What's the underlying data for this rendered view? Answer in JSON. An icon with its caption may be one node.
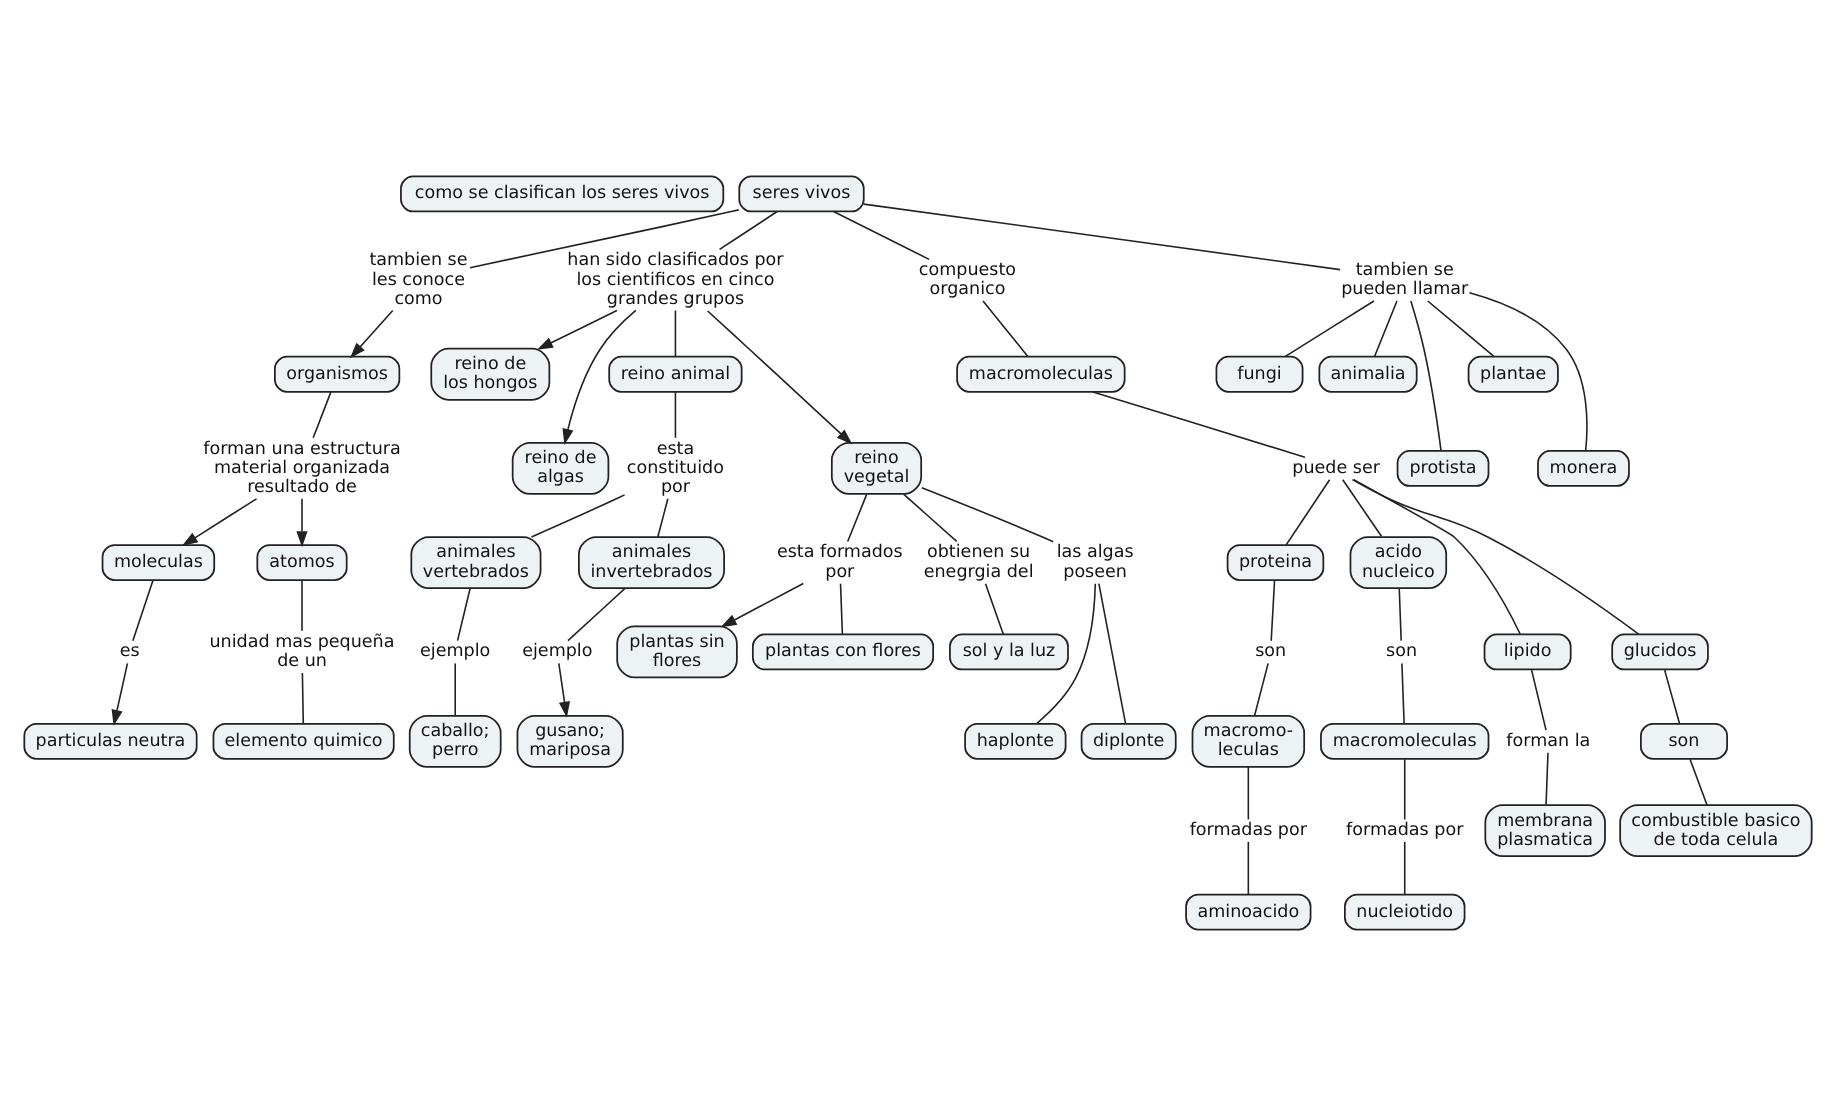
{
  "diagram": {
    "nodes": [
      {
        "text": [
          "como se clasifican los seres vivos"
        ]
      },
      {
        "text": [
          "tambien se les conoce como"
        ]
      },
      {
        "text": [
          "organismos"
        ]
      },
      {
        "text": [
          "forman una estructura material organizada resultado de"
        ]
      },
      {
        "text": [
          "moleculas"
        ]
      },
      {
        "text": [
          "es"
        ]
      },
      {
        "text": [
          "particulas neutra"
        ]
      },
      {
        "text": [
          "atomos"
        ]
      },
      {
        "text": [
          "unidad mas pequeña de un"
        ]
      },
      {
        "text": [
          "esta formados por"
        ]
      },
      {
        "text": [
          "han sido clasificados por los cientificos en cinco grandes grupos"
        ]
      },
      {
        "text": [
          "reino de los hongos"
        ]
      },
      {
        "text": [
          "elemento quimico"
        ]
      },
      {
        "text": [
          "seres vivos"
        ]
      },
      {
        "text": [
          "plantas sin flores"
        ]
      },
      {
        "text": [
          "reino de algas"
        ]
      },
      {
        "text": [
          "esta constituido por"
        ]
      },
      {
        "text": [
          "compuesto organico"
        ]
      },
      {
        "text": [
          "tambien se pueden llamar"
        ]
      },
      {
        "text": [
          "reino animal"
        ]
      },
      {
        "text": [
          "reino vegetal"
        ]
      },
      {
        "text": [
          "plantas con flores"
        ]
      },
      {
        "text": [
          "animales vertebrados"
        ]
      },
      {
        "text": [
          "macromoleculas"
        ]
      },
      {
        "text": [
          "fungi"
        ]
      },
      {
        "text": [
          "obtienen su enegrgia del"
        ]
      },
      {
        "text": [
          "animalia"
        ]
      },
      {
        "text": [
          "ejemplo"
        ]
      },
      {
        "text": [
          "puede ser"
        ]
      },
      {
        "text": [
          "protista"
        ]
      },
      {
        "text": [
          "animales invertebrados"
        ]
      },
      {
        "text": [
          "caballo; perro"
        ]
      },
      {
        "text": [
          "sol y la luz"
        ]
      },
      {
        "text": [
          "las algas poseen"
        ]
      },
      {
        "text": [
          "plantae"
        ]
      },
      {
        "text": [
          "proteina"
        ]
      },
      {
        "text": [
          "acido nucleico"
        ]
      },
      {
        "text": [
          "monera"
        ]
      },
      {
        "text": [
          "haplonte"
        ]
      },
      {
        "text": [
          "diplonte"
        ]
      },
      {
        "text": [
          "ejemplo"
        ]
      },
      {
        "text": [
          "gusano; mariposa"
        ]
      },
      {
        "text": [
          "son"
        ]
      },
      {
        "text": [
          "lipido"
        ]
      },
      {
        "text": [
          "glucidos"
        ]
      },
      {
        "text": [
          "macromoleculas"
        ]
      },
      {
        "text": [
          "son"
        ]
      },
      {
        "text": [
          "forman la"
        ]
      },
      {
        "text": [
          "son"
        ]
      },
      {
        "text": [
          "formadas por"
        ]
      },
      {
        "text": [
          "macromo- leculas"
        ]
      },
      {
        "text": [
          "membrana plasmatica"
        ]
      },
      {
        "text": [
          "nucleiotido"
        ]
      },
      {
        "text": [
          "combustible basico de toda celula"
        ]
      },
      {
        "text": [
          "formadas por"
        ]
      },
      {
        "text": [
          "aminoacido"
        ]
      }
    ],
    "edges": [
      {
        "from": 13,
        "to": 1,
        "arrow": "none"
      },
      {
        "from": 1,
        "to": 2,
        "arrow": "to"
      },
      {
        "from": 2,
        "to": 3,
        "arrow": "none"
      },
      {
        "from": 3,
        "to": 4,
        "arrow": "to"
      },
      {
        "from": 3,
        "to": 7,
        "arrow": "to"
      },
      {
        "from": 4,
        "to": 5,
        "arrow": "none"
      },
      {
        "from": 5,
        "to": 6,
        "arrow": "to"
      },
      {
        "from": 7,
        "to": 8,
        "arrow": "none"
      },
      {
        "from": 8,
        "to": 12,
        "arrow": "none"
      },
      {
        "from": 13,
        "to": 10,
        "arrow": "none"
      },
      {
        "from": 10,
        "to": 11,
        "arrow": "to"
      },
      {
        "from": 10,
        "to": 15,
        "arrow": "to"
      },
      {
        "from": 10,
        "to": 20,
        "arrow": "to"
      },
      {
        "from": 10,
        "to": 19,
        "arrow": "none"
      },
      {
        "from": 20,
        "to": 9,
        "arrow": "none"
      },
      {
        "from": 9,
        "to": 14,
        "arrow": "to"
      },
      {
        "from": 9,
        "to": 21,
        "arrow": "none"
      },
      {
        "from": 19,
        "to": 16,
        "arrow": "none"
      },
      {
        "from": 16,
        "to": 22,
        "arrow": "none"
      },
      {
        "from": 16,
        "to": 30,
        "arrow": "none"
      },
      {
        "from": 22,
        "to": 27,
        "arrow": "none"
      },
      {
        "from": 27,
        "to": 31,
        "arrow": "none"
      },
      {
        "from": 30,
        "to": 40,
        "arrow": "none"
      },
      {
        "from": 40,
        "to": 41,
        "arrow": "to"
      },
      {
        "from": 20,
        "to": 25,
        "arrow": "none"
      },
      {
        "from": 25,
        "to": 32,
        "arrow": "none"
      },
      {
        "from": 20,
        "to": 33,
        "arrow": "none"
      },
      {
        "from": 33,
        "to": 38,
        "arrow": "none"
      },
      {
        "from": 33,
        "to": 39,
        "arrow": "none"
      },
      {
        "from": 13,
        "to": 18,
        "arrow": "none"
      },
      {
        "from": 18,
        "to": 26,
        "arrow": "none"
      },
      {
        "from": 18,
        "to": 24,
        "arrow": "none"
      },
      {
        "from": 18,
        "to": 29,
        "arrow": "none"
      },
      {
        "from": 18,
        "to": 34,
        "arrow": "none"
      },
      {
        "from": 18,
        "to": 37,
        "arrow": "none"
      },
      {
        "from": 13,
        "to": 17,
        "arrow": "none"
      },
      {
        "from": 17,
        "to": 23,
        "arrow": "none"
      },
      {
        "from": 23,
        "to": 28,
        "arrow": "none"
      },
      {
        "from": 28,
        "to": 35,
        "arrow": "none"
      },
      {
        "from": 28,
        "to": 43,
        "arrow": "none"
      },
      {
        "from": 28,
        "to": 44,
        "arrow": "none"
      },
      {
        "from": 28,
        "to": 36,
        "arrow": "none"
      },
      {
        "from": 35,
        "to": 46,
        "arrow": "none"
      },
      {
        "from": 46,
        "to": 50,
        "arrow": "none"
      },
      {
        "from": 50,
        "to": 54,
        "arrow": "none"
      },
      {
        "from": 54,
        "to": 55,
        "arrow": "none"
      },
      {
        "from": 43,
        "to": 47,
        "arrow": "none"
      },
      {
        "from": 47,
        "to": 51,
        "arrow": "none"
      },
      {
        "from": 44,
        "to": 48,
        "arrow": "none"
      },
      {
        "from": 48,
        "to": 53,
        "arrow": "none"
      },
      {
        "from": 36,
        "to": 42,
        "arrow": "none"
      },
      {
        "from": 42,
        "to": 45,
        "arrow": "none"
      },
      {
        "from": 45,
        "to": 49,
        "arrow": "none"
      },
      {
        "from": 49,
        "to": 52,
        "arrow": "none"
      }
    ]
  }
}
